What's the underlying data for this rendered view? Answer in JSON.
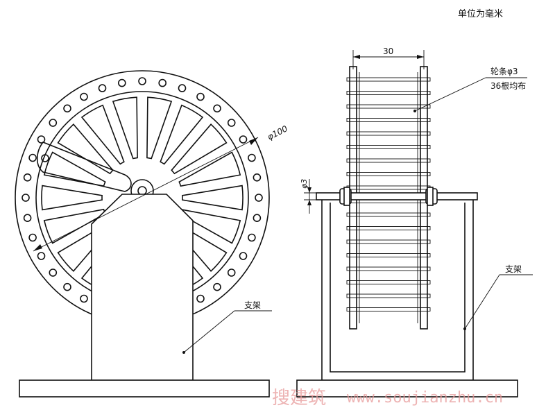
{
  "drawing": {
    "unit_note": "单位为毫米",
    "front_view": {
      "diameter_label": "φ100",
      "support_label": "支架"
    },
    "side_view": {
      "width_label": "30",
      "spoke_label_line1": "轮条φ3",
      "spoke_label_line2": "36根均布",
      "axle_label": "φ3",
      "support_label": "支架"
    },
    "watermark": {
      "cn": "搜建筑",
      "url": "www.soujianzhu.cn"
    },
    "colors": {
      "line": "#111111",
      "watermark": "#e89a9a"
    }
  }
}
